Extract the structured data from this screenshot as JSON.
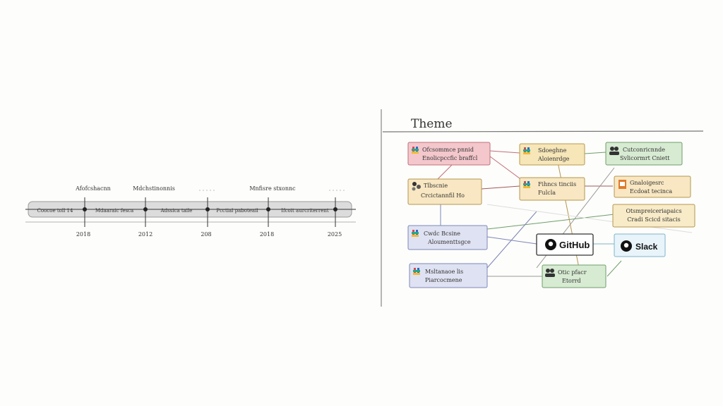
{
  "timeline": {
    "phases": [
      "Coocoe toll 14",
      "Mdaaraic fesca",
      "Adssica taile",
      "Pcctial paboteail",
      "Ifcoit aurcriterrent"
    ],
    "milestones": [
      "Afofcshacnn",
      "Mdchstinonnis",
      "Mnfisre stxonnc"
    ],
    "years": [
      "2018",
      "2012",
      "208",
      "2018",
      "2025"
    ]
  },
  "panel": {
    "title": "Theme",
    "nodes": [
      {
        "line1": "Ofcsommce pnnid",
        "line2": "Enolicpccfic braffcl",
        "color": "#f3c7cc",
        "stroke": "#c0707a",
        "icon": "slack-icon"
      },
      {
        "line1": "Sdoeghne",
        "line2": "Aloienrdge",
        "color": "#f6e6b8",
        "stroke": "#b89a4a",
        "icon": "slack-icon"
      },
      {
        "line1": "Cutconricnnde",
        "line2": "Svlicormrt Cniett",
        "color": "#d7ebd2",
        "stroke": "#6f9d6a",
        "icon": "people-icon"
      },
      {
        "line1": "Tlbscnie",
        "line2": "Crcictannfil Ho",
        "color": "#f8e7c2",
        "stroke": "#b59650",
        "icon": "cluster-icon"
      },
      {
        "line1": "Fihncs tinciis",
        "line2": "Fulcla",
        "color": "#f8e7c2",
        "stroke": "#b59650",
        "icon": "slack-icon"
      },
      {
        "line1": "Gnaloigesrc",
        "line2": "Ecdoat tecinca",
        "color": "#f8e7c2",
        "stroke": "#b59650",
        "icon": "box-icon"
      },
      {
        "line1": "Otsmpreiceriapaics",
        "line2": "Cradi Scicd sitacis",
        "color": "#f8ebc7",
        "stroke": "#b59650",
        "icon": "none"
      },
      {
        "line1": "Cwdc Bcsine",
        "line2": "Aloumenttsgce",
        "color": "#dfe2f2",
        "stroke": "#7d86b8",
        "icon": "slack-icon"
      },
      {
        "line1": "GitHub",
        "line2": "",
        "color": "#ffffff",
        "stroke": "#333333",
        "icon": "github-icon"
      },
      {
        "line1": "Slack",
        "line2": "",
        "color": "#e8f4fa",
        "stroke": "#7fb3cc",
        "icon": "github-icon"
      },
      {
        "line1": "Msltanaoe lis",
        "line2": "Piarcocmene",
        "color": "#dfe2f2",
        "stroke": "#7d86b8",
        "icon": "slack-icon"
      },
      {
        "line1": "Otic pfacr",
        "line2": "Etorrd",
        "color": "#d7ebd2",
        "stroke": "#6f9d6a",
        "icon": "people-icon"
      }
    ]
  }
}
